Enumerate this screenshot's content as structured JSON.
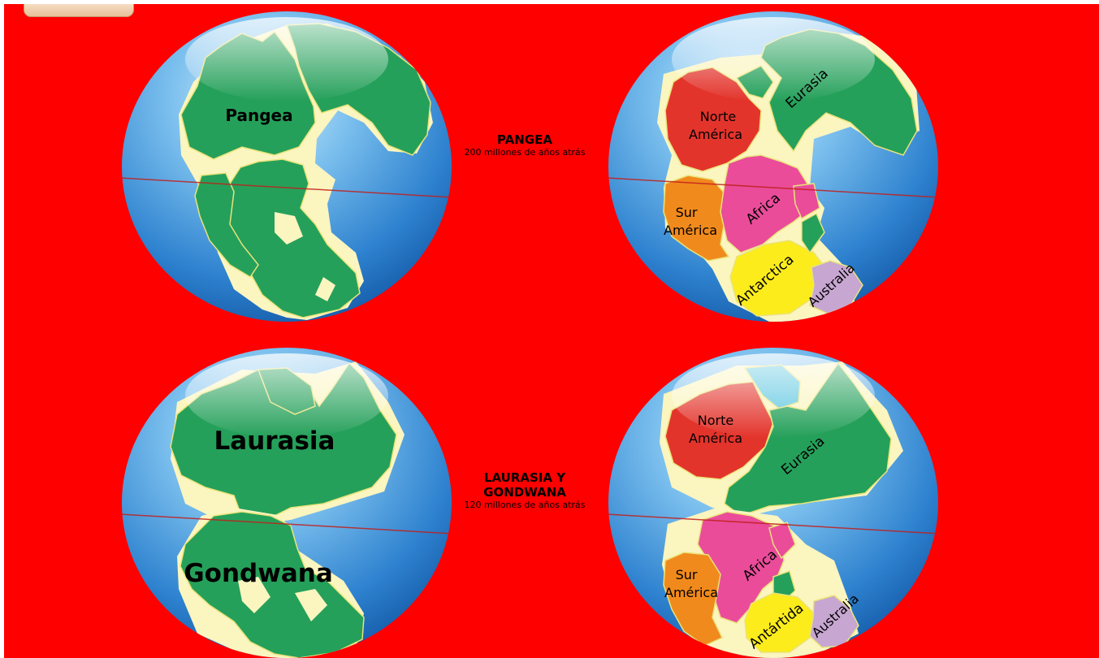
{
  "top_caption": {
    "title": "PANGEA",
    "subtitle": "200 millones de años atrás"
  },
  "bottom_caption": {
    "title": "LAURASIA Y GONDWANA",
    "subtitle": "120 millones de años atrás"
  },
  "globe_top_left": {
    "label": "Pangea"
  },
  "globe_top_right": {
    "labels": {
      "eurasia": "Eurasia",
      "norte_america_1": "Norte",
      "norte_america_2": "América",
      "sur_america_1": "Sur",
      "sur_america_2": "América",
      "africa": "Africa",
      "antarctica": "Antarctica",
      "australia": "Australia"
    }
  },
  "globe_bottom_left": {
    "label_north": "Laurasia",
    "label_south": "Gondwana"
  },
  "globe_bottom_right": {
    "labels": {
      "norte_america_1": "Norte",
      "norte_america_2": "América",
      "eurasia": "Eurasia",
      "sur_america_1": "Sur",
      "sur_america_2": "América",
      "africa": "Africa",
      "antartida": "Antártida",
      "australia": "Australia"
    }
  },
  "colors": {
    "background": "#ff0000",
    "ocean": "#3a8fd8",
    "land": "#23a05a",
    "shelf": "#fbf5c0",
    "norte_america": "#e3342c",
    "sur_america": "#f18a1d",
    "africa": "#ea4c9a",
    "antarctica": "#fcec1c",
    "australia": "#c7a6d1",
    "greenland": "#5fc7e0",
    "equator": "#c0201d"
  }
}
